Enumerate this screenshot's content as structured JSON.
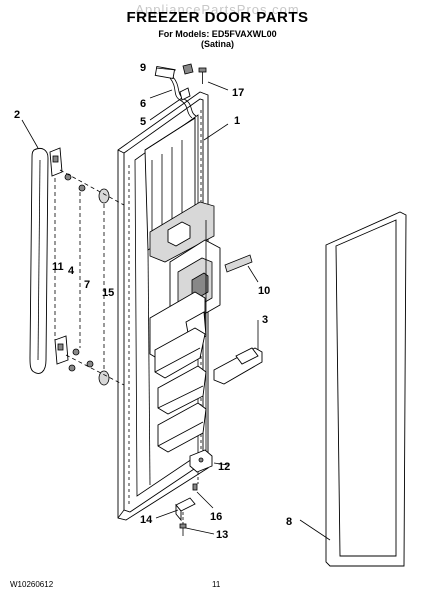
{
  "watermark": "AppliancePartsPros.com",
  "title": "FREEZER DOOR PARTS",
  "subtitle_line1": "For Models: ED5FVAXWL00",
  "subtitle_line2": "(Satina)",
  "callouts": {
    "c1": "1",
    "c2": "2",
    "c3": "3",
    "c4": "4",
    "c5": "5",
    "c6": "6",
    "c7": "7",
    "c8": "8",
    "c9": "9",
    "c10": "10",
    "c11": "11",
    "c12": "12",
    "c13": "13",
    "c14": "14",
    "c15": "15",
    "c16": "16",
    "c17": "17"
  },
  "footer": {
    "doc_number": "W10260612",
    "page": "11"
  }
}
